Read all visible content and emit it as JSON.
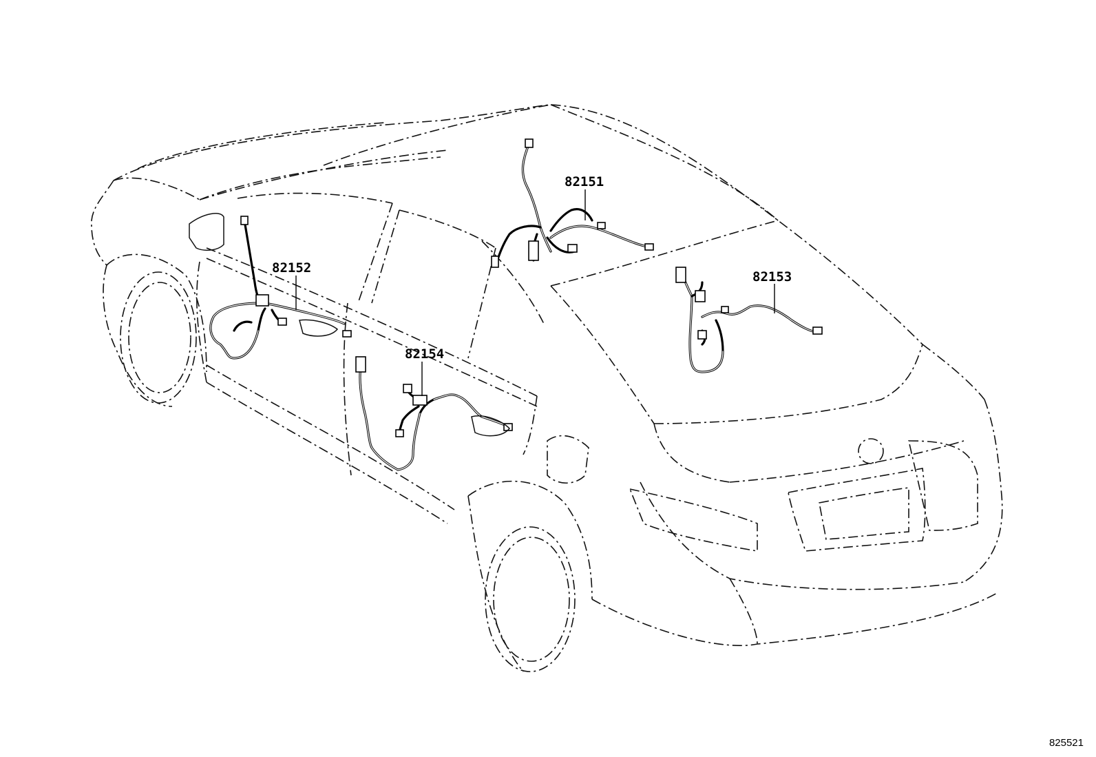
{
  "diagram": {
    "id_number": "825521",
    "parts": [
      {
        "number": "82151"
      },
      {
        "number": "82152"
      },
      {
        "number": "82153"
      },
      {
        "number": "82154"
      }
    ]
  }
}
